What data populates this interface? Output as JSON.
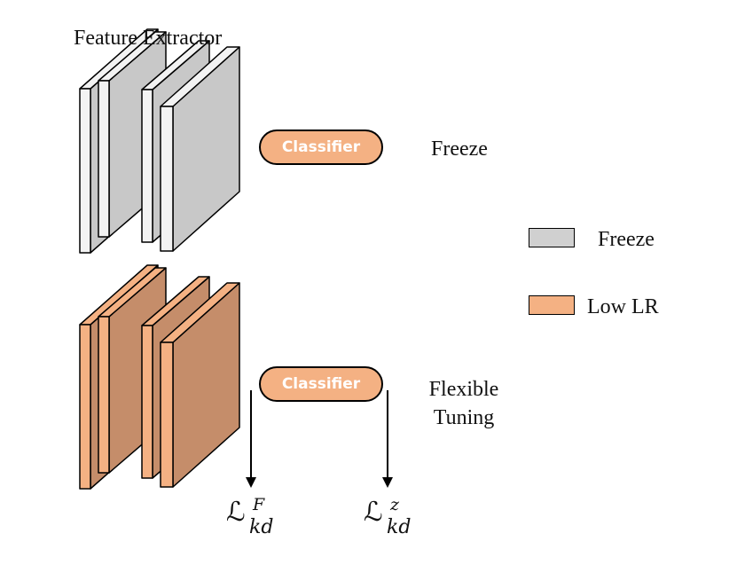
{
  "title": "Feature Extractor",
  "top_row": {
    "classifier_label": "Classifier",
    "mode_label": "Freeze"
  },
  "bottom_row": {
    "classifier_label": "Classifier",
    "mode_label_line1": "Flexible",
    "mode_label_line2": "Tuning",
    "loss_feature": {
      "script": "ℒ",
      "sup": "F",
      "sub": "kd"
    },
    "loss_logit": {
      "script": "ℒ",
      "sup": "z",
      "sub": "kd"
    }
  },
  "legend": [
    {
      "label": "Freeze",
      "color": "#d0d0d0"
    },
    {
      "label": "Low LR",
      "color": "#f4b183"
    }
  ],
  "colors": {
    "freeze_face": "#c8c8c8",
    "freeze_side": "#f3f3f3",
    "lowlr_face": "#c58d6a",
    "lowlr_side": "#f4b183",
    "classifier_fill": "#f4b183",
    "stroke": "#000000"
  }
}
